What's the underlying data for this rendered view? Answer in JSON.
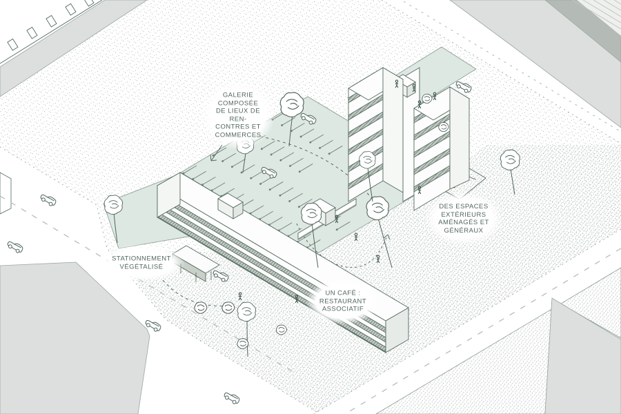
{
  "scene": {
    "type": "architectural-axonometric-sketch",
    "description": "Axonometric site sketch with two housing slabs, parking deck, trees, cars and pedestrians"
  },
  "annotations": {
    "galerie": {
      "lines": [
        "GALERIE",
        "COMPOSÉE",
        "DE LIEUX DE",
        "REN-",
        "CONTRES ET",
        "COMMERCES"
      ]
    },
    "stationnement": {
      "lines": [
        "STATIONNEMENT",
        "VÉGÉTALISÉ"
      ]
    },
    "cafe": {
      "lines": [
        "UN CAFÉ :",
        "RESTAURANT",
        "ASSOCIATIF"
      ]
    },
    "espaces": {
      "lines": [
        "DES ESPACES",
        "EXTÉRIEURS",
        "AMÉNAGÉS ET",
        "GÉNÉRAUX"
      ]
    }
  },
  "colors": {
    "ink": "#54695e",
    "stipple_dot": "#a9b7ae",
    "deck_green": "#dde8e2",
    "light_gray": "#dcdfdd",
    "mid_gray": "#b4bbb6",
    "band_gray": "#c5cdc7",
    "label_text": "#51675c"
  }
}
